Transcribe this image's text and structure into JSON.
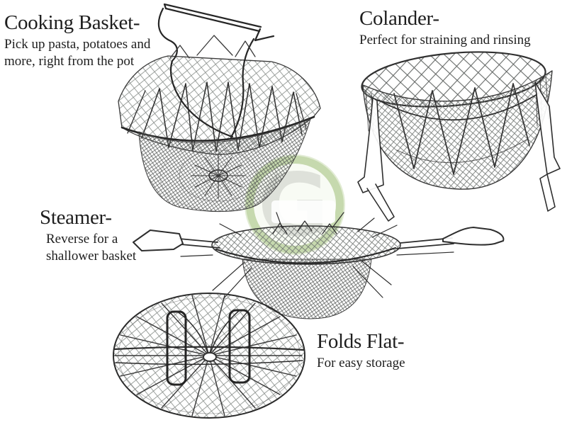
{
  "annotations": {
    "cooking_basket": {
      "title": "Cooking Basket-",
      "desc": "Pick up pasta, potatoes and\nmore, right from the pot"
    },
    "colander": {
      "title": "Colander-",
      "desc": "Perfect for straining and rinsing"
    },
    "steamer": {
      "title": "Steamer-",
      "desc": "Reverse for a\nshallower basket"
    },
    "folds_flat": {
      "title": "Folds Flat-",
      "desc": "For easy storage"
    }
  },
  "watermark": {
    "letter": "G",
    "ring_color": "#b9d09a",
    "glyph_color": "#d7dad2",
    "inner_fill": "#eef3e3"
  },
  "canvas": {
    "background": "#ffffff",
    "wire_color": "#2e2e2e"
  }
}
